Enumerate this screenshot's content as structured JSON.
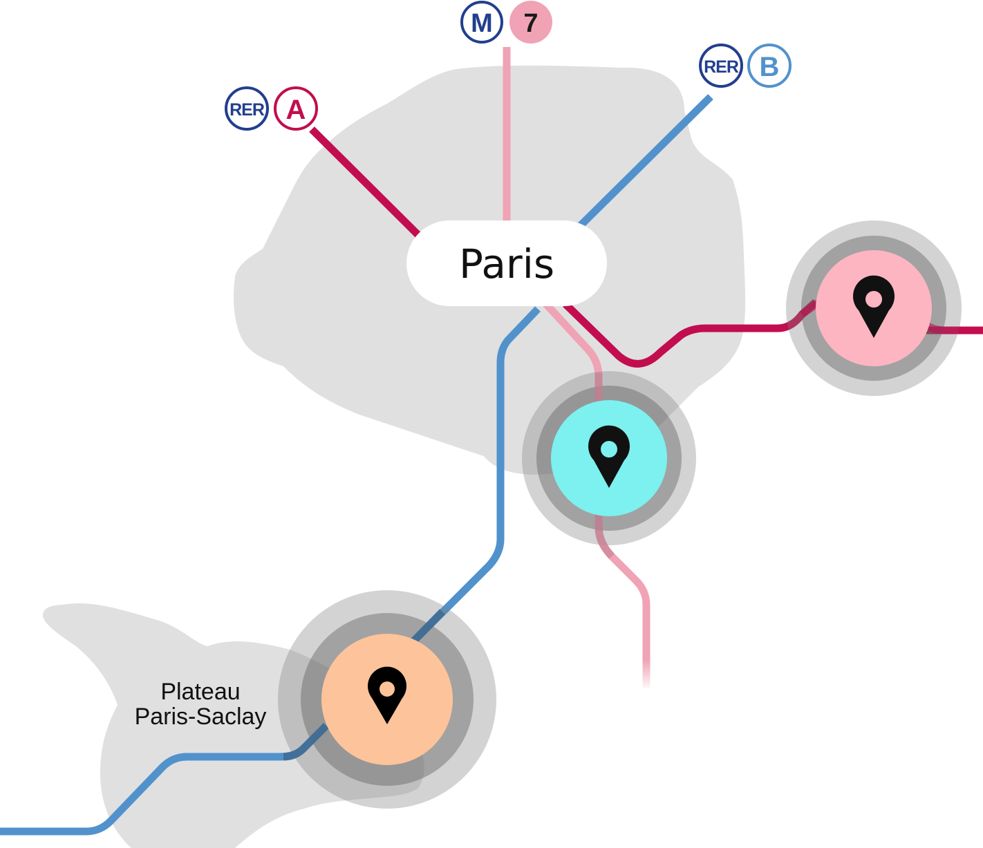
{
  "colors": {
    "background": "#ffffff",
    "region_fill": "#e0e0e0",
    "rer_a": "#c20d4e",
    "rer_b": "#5192cc",
    "metro_7": "#f0a3b5",
    "badge_navy": "#223e8f",
    "halo_outer": "rgba(120,120,120,0.35)",
    "halo_inner": "rgba(90,90,90,0.45)",
    "pin": "#111111",
    "site_pink": "#fdb5c2",
    "site_cyan": "#7df0f0",
    "site_peach": "#fdc39b",
    "label_bg": "#ffffff",
    "label_text": "#111111"
  },
  "map": {
    "central_city": "Paris",
    "area_label_line1": "Plateau",
    "area_label_line2": "Paris-Saclay"
  },
  "lines": [
    {
      "id": "rer-a",
      "network": "RER",
      "letter": "A",
      "network_badge": "RER",
      "color_key": "rer_a"
    },
    {
      "id": "metro-7",
      "network": "Métro",
      "letter": "7",
      "network_badge": "M",
      "color_key": "metro_7"
    },
    {
      "id": "rer-b",
      "network": "RER",
      "letter": "B",
      "network_badge": "RER",
      "color_key": "rer_b"
    }
  ],
  "sites": [
    {
      "id": "site-east",
      "line": "RER A",
      "color_key": "site_pink",
      "icon": "map-pin-icon"
    },
    {
      "id": "site-south",
      "line": "Métro 7",
      "color_key": "site_cyan",
      "icon": "map-pin-icon"
    },
    {
      "id": "site-saclay",
      "line": "RER B",
      "color_key": "site_peach",
      "icon": "map-pin-icon"
    }
  ]
}
